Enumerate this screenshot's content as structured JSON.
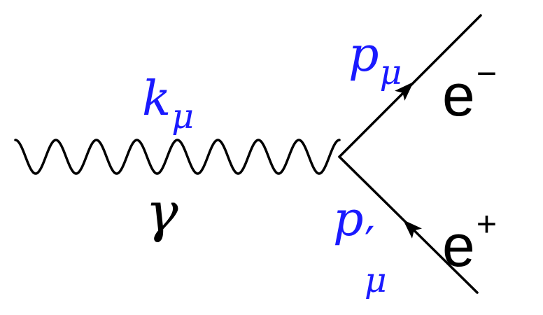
{
  "colors": {
    "line": "#000000",
    "label_momentum": "#1a1aff",
    "label_particle": "#000000"
  },
  "labels": {
    "photon_momentum": {
      "base": "k",
      "sub": "μ"
    },
    "photon_name": "γ",
    "electron_momentum": {
      "base": "p",
      "sub": "μ"
    },
    "positron_momentum": {
      "base": "p",
      "prime": "′",
      "sub": "μ"
    },
    "electron": {
      "base": "e",
      "sup": "−"
    },
    "positron": {
      "base": "e",
      "sup": "+"
    }
  }
}
